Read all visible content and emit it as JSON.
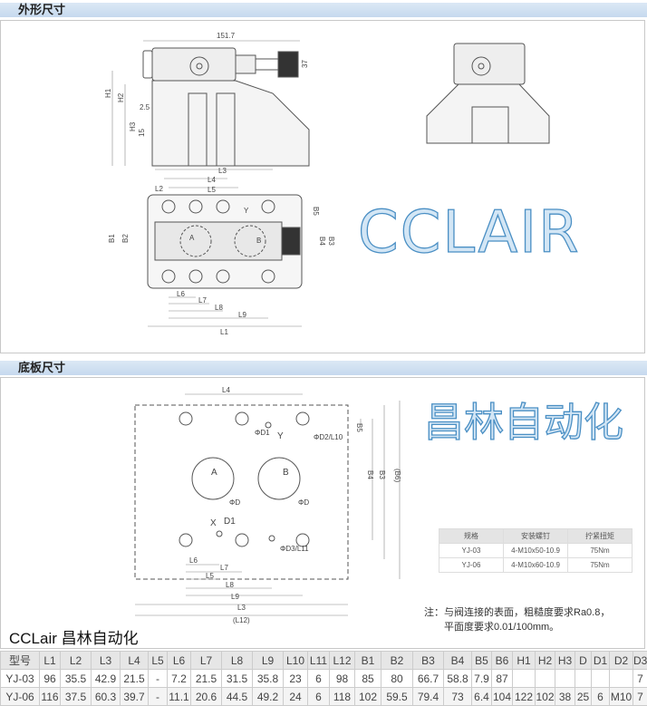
{
  "sections": {
    "outline": "外形尺寸",
    "base": "底板尺寸"
  },
  "outline_labels": {
    "w": "151.7",
    "h37": "37",
    "H1": "H1",
    "H2": "H2",
    "H3": "H3",
    "d25": "2.5",
    "d15": "15",
    "L3": "L3",
    "L4": "L4",
    "L2": "L2",
    "L5": "L5",
    "B5": "B5",
    "Y": "Y",
    "A": "A",
    "B": "B",
    "B1": "B1",
    "B2": "B2",
    "B4": "B4",
    "B3": "B3",
    "L6": "L6",
    "L7": "L7",
    "L8": "L8",
    "L9": "L9",
    "L1": "L1"
  },
  "base_labels": {
    "L4": "L4",
    "D1": "ΦD1",
    "Y": "Y",
    "D2L10": "ΦD2/L10",
    "B5": "B5",
    "A": "A",
    "B": "B",
    "DA": "ΦD",
    "DB": "ΦD",
    "X": "X",
    "D1b": "D1",
    "D3L11": "ΦD3/L11",
    "L6": "L6",
    "L7": "L7",
    "L5": "L5",
    "L8": "L8",
    "L9": "L9",
    "L3": "L3",
    "L12": "(L12)",
    "B4": "B4",
    "B3": "B3",
    "B6": "(B6)"
  },
  "bolt_table": {
    "headers": [
      "规格",
      "安装螺钉",
      "拧紧扭矩"
    ],
    "rows": [
      [
        "YJ-03",
        "4-M10x50-10.9",
        "75Nm"
      ],
      [
        "YJ-06",
        "4-M10x60-10.9",
        "75Nm"
      ]
    ]
  },
  "note": {
    "line1": "注：与阀连接的表面，粗糙度要求Ra0.8，",
    "line2": "平面度要求0.01/100mm。"
  },
  "watermarks": {
    "top": "CCLAIR",
    "bottom": "昌林自动化",
    "stamp": "CCLair 昌林自动化"
  },
  "dim_table": {
    "headers": [
      "型号",
      "L1",
      "L2",
      "L3",
      "L4",
      "L5",
      "L6",
      "L7",
      "L8",
      "L9",
      "L10",
      "L11",
      "L12",
      "B1",
      "B2",
      "B3",
      "B4",
      "B5",
      "B6",
      "H1",
      "H2",
      "H3",
      "D",
      "D1",
      "D2",
      "D3"
    ],
    "rows": [
      [
        "YJ-03",
        "96",
        "35.5",
        "42.9",
        "21.5",
        "-",
        "7.2",
        "21.5",
        "31.5",
        "35.8",
        "23",
        "6",
        "98",
        "85",
        "80",
        "66.7",
        "58.8",
        "7.9",
        "87",
        "",
        "",
        "",
        "",
        "",
        "",
        "7"
      ],
      [
        "YJ-06",
        "116",
        "37.5",
        "60.3",
        "39.7",
        "-",
        "11.1",
        "20.6",
        "44.5",
        "49.2",
        "24",
        "6",
        "118",
        "102",
        "59.5",
        "79.4",
        "73",
        "6.4",
        "104",
        "122",
        "102",
        "38",
        "25",
        "6",
        "M10",
        "7"
      ]
    ]
  }
}
